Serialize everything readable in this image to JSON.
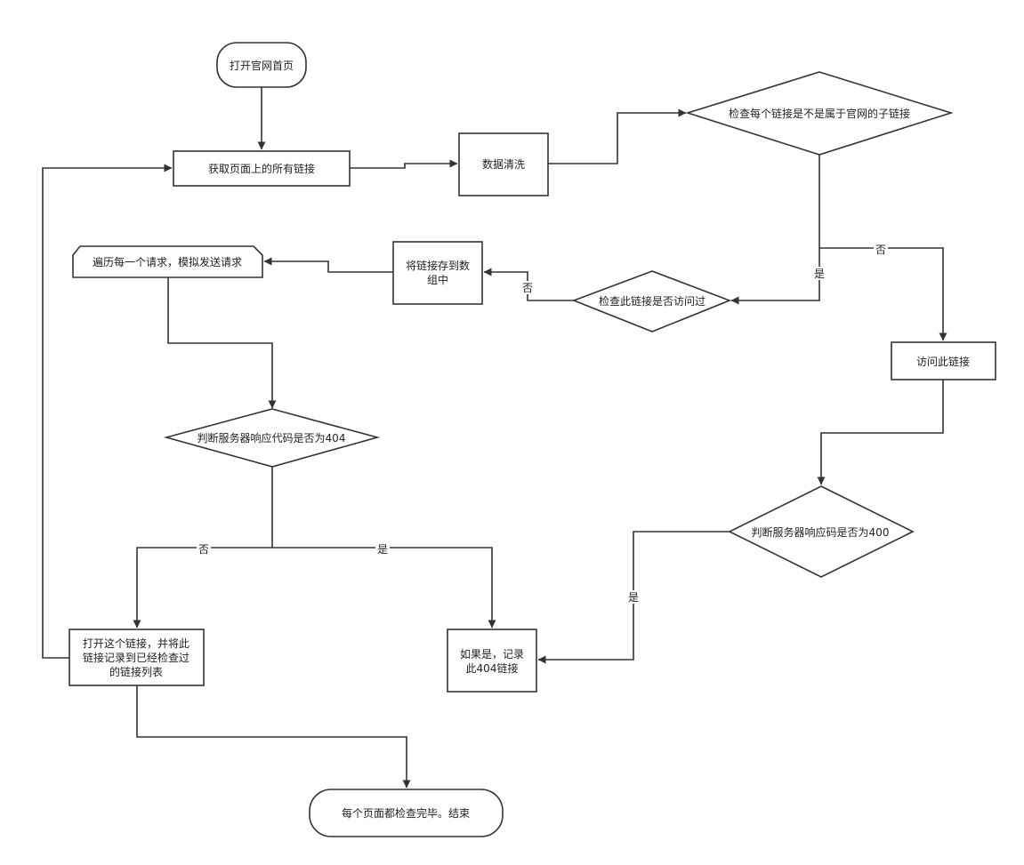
{
  "nodes": {
    "start": "打开官网首页",
    "get_links": "获取页面上的所有链接",
    "clean": "数据清洗",
    "check_sub": "检查每个链接是不是属于官网的子链接",
    "check_visited": "检查此链接是否访问过",
    "store_line1": "将链接存到数",
    "store_line2": "组中",
    "iterate": "遍历每一个请求，模拟发送请求",
    "visit": "访问此链接",
    "judge_404": "判断服务器响应代码是否为404",
    "judge_400": "判断服务器响应码是否为400",
    "open_line1": "打开这个链接，并将此",
    "open_line2": "链接记录到已经检查过",
    "open_line3": "的链接列表",
    "record_line1": "如果是，记录",
    "record_line2": "此404链接",
    "end": "每个页面都检查完毕。结束"
  },
  "edge_labels": {
    "sub_no": "否",
    "sub_yes": "是",
    "visited_no": "否",
    "judge404_no": "否",
    "judge404_yes": "是",
    "judge400_yes": "是"
  },
  "colors": {
    "stroke": "#333333",
    "fill": "#ffffff",
    "text": "#222222"
  }
}
